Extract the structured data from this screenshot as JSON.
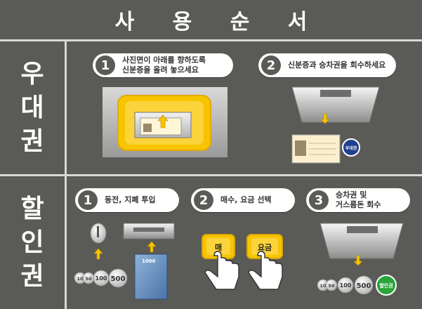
{
  "header": {
    "title": "사 용 순 서"
  },
  "sections": {
    "discount": {
      "side_label": [
        "우",
        "대",
        "권"
      ]
    },
    "coupon": {
      "side_label": [
        "할",
        "인",
        "권"
      ]
    }
  },
  "steps_discount": [
    {
      "num": "1",
      "lines": [
        "사진면이 아래를 향하도록",
        "신분증을 올려 놓으세요"
      ]
    },
    {
      "num": "2",
      "lines": [
        "신분증과 승차권을 회수하세요"
      ]
    }
  ],
  "steps_coupon": [
    {
      "num": "1",
      "lines": [
        "동전, 지폐 투입"
      ]
    },
    {
      "num": "2",
      "lines": [
        "매수, 요금 선택"
      ]
    },
    {
      "num": "3",
      "lines": [
        "승차권 및",
        "거스름돈 회수"
      ]
    }
  ],
  "labels": {
    "ticket_badge": "우대권",
    "discount_badge": "할인권",
    "banknote": "1000",
    "btn_count": "매",
    "btn_fare": "요금",
    "coins_row1": [
      "10",
      "50",
      "100",
      "500"
    ],
    "coins_row2": [
      "10",
      "50",
      "100",
      "500"
    ]
  },
  "colors": {
    "background": "#5a5a56",
    "divider": "#d8d8d4",
    "accent_yellow": "#f7c400",
    "badge_blue": "#1f3f8f",
    "badge_green": "#2aa53a"
  }
}
